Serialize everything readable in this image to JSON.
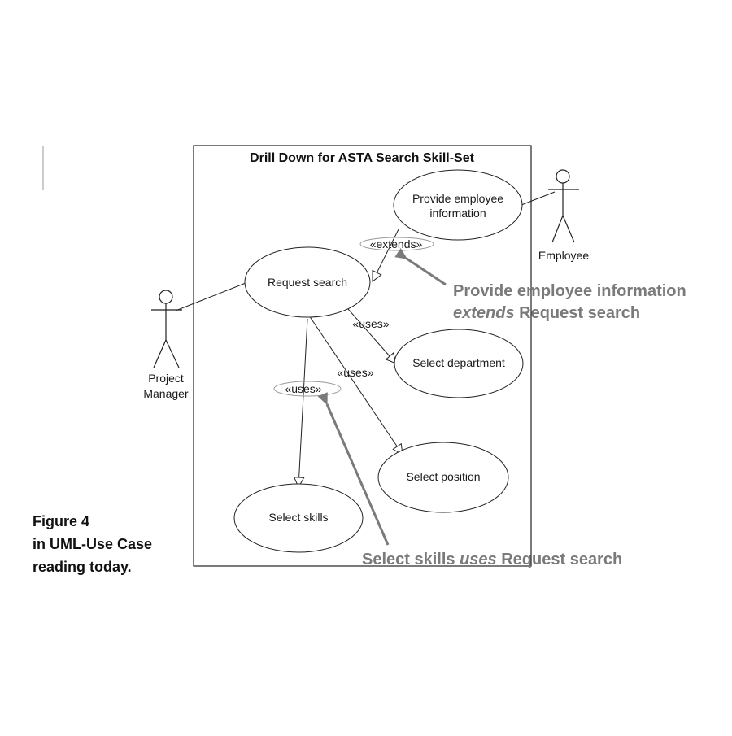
{
  "diagram": {
    "title": "Drill Down  for ASTA Search Skill-Set",
    "actors": {
      "employee": "Employee",
      "project_manager": [
        "Project",
        "Manager"
      ]
    },
    "use_cases": {
      "provide_info": [
        "Provide employee",
        "information"
      ],
      "request_search": "Request search",
      "select_department": "Select department",
      "select_position": "Select position",
      "select_skills": "Select skills"
    },
    "stereotypes": {
      "extends": "«extends»",
      "uses_department": "«uses»",
      "uses_position": "«uses»",
      "uses_skills": "«uses»"
    }
  },
  "callouts": {
    "extends_line1": "Provide employee information",
    "extends_line2_italic": "extends",
    "extends_line2_rest": " Request search",
    "uses_part1": "Select skills ",
    "uses_italic": "uses",
    "uses_part3": " Request search"
  },
  "caption": [
    "Figure 4",
    "in UML-Use Case",
    "reading today."
  ],
  "colors": {
    "line": "#222222",
    "callout": "#7a7a7a"
  }
}
